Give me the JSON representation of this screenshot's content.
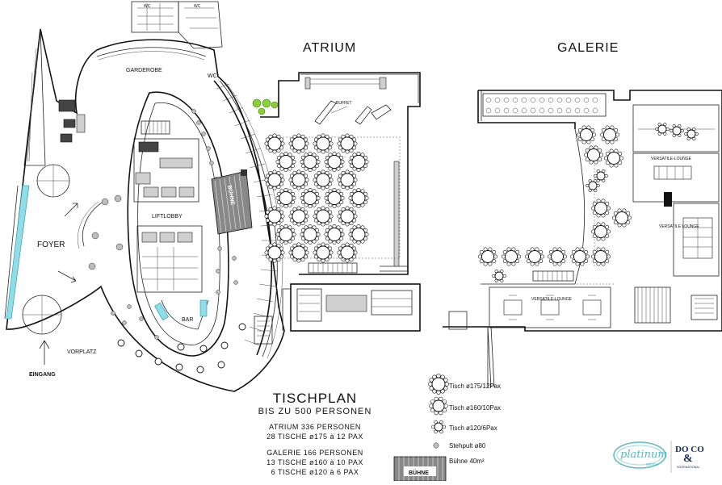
{
  "areas": {
    "atrium": "ATRIUM",
    "galerie": "GALERIE",
    "garderobe": "GARDEROBE",
    "wc": "WC",
    "foyer": "FOYER",
    "liftlobby": "LIFTLOBBY",
    "buehne": "BÜHNE",
    "bar": "BAR",
    "vorplatz": "VORPLATZ",
    "eingang": "EINGANG",
    "buffet": "BUFFET",
    "versatile_lounge_1": "VERSATILE-LOUNGE",
    "versatile_lounge_2": "VERSATILE-LOUNGE",
    "versatile_lounge_3": "VERSATILE LOUNGE"
  },
  "summary": {
    "title": "TISCHPLAN",
    "subtitle": "BIS ZU 500 PERSONEN",
    "atrium_title": "ATRIUM 336 PERSONEN",
    "atrium_detail": "28 TISCHE ø175 à 12 PAX",
    "galerie_title": "GALERIE 166 PERSONEN",
    "galerie_detail_1": "13 TISCHE ø160 à 10 PAX",
    "galerie_detail_2": "6 TISCHE ø120 à 6 PAX"
  },
  "legend": {
    "tisch_175": "Tisch ø175/12Pax",
    "tisch_160": "Tisch ø160/10Pax",
    "tisch_120": "Tisch ø120/6Pax",
    "stehpult": "Stehpult ø80",
    "buehne": "Bühne 40m²",
    "buehne_label": "BÜHNE"
  },
  "logos": {
    "platinum": "platinum",
    "platinum_sub": "vienna",
    "do_co": "DO CO",
    "do_co_sub": "INTERNATIONAL"
  },
  "colors": {
    "glass": "#8fdde8",
    "plant": "#8ccf3a",
    "logo_teal": "#5fb8c0"
  }
}
